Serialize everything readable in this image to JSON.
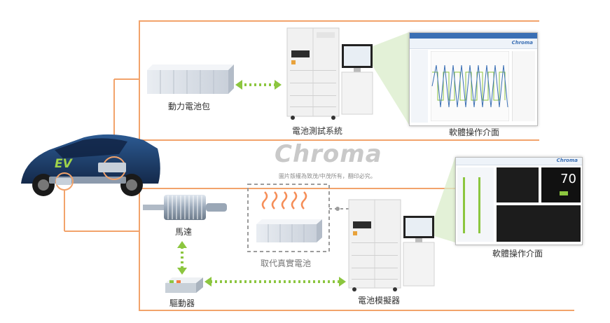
{
  "labels": {
    "battery_pack": "動力電池包",
    "battery_test_system": "電池測試系統",
    "software_ui_top": "軟體操作介面",
    "motor": "馬達",
    "replace_real_battery": "取代真實電池",
    "battery_simulator": "電池模擬器",
    "software_ui_bottom": "軟體操作介面",
    "driver": "驅動器",
    "ev_badge": "EV"
  },
  "watermark": {
    "logo": "Chroma",
    "copyright": "圖片版權為致茂/中茂所有，翻印必究。"
  },
  "screen_texts": {
    "logo_small": "Chroma",
    "big_reading": "70"
  },
  "colors": {
    "frame_orange": "#f2a36b",
    "arrow_green": "#8cc63f",
    "car_blue": "#1f3f6e",
    "rack_white": "#f4f4f4",
    "heat_orange": "#f47b3c"
  }
}
